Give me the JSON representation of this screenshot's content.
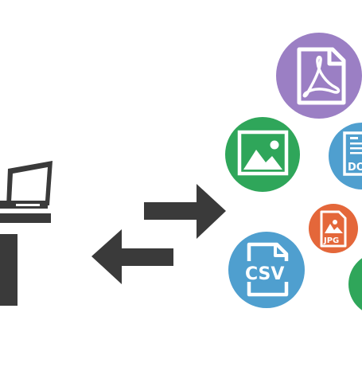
{
  "colors": {
    "background": "#ffffff",
    "dark": "#3a3a3a",
    "purple": "#9b7fc4",
    "green": "#2fa65a",
    "blue": "#4f9fcf",
    "orange": "#e4673a",
    "white": "#ffffff"
  },
  "icons": {
    "pdf": "pdf-file-icon",
    "image": "image-file-icon",
    "doc": "doc-file-icon",
    "jpg": "jpg-file-icon",
    "csv": "csv-file-icon",
    "partial": "partial-green-file-icon",
    "computer": "laptop-desk-icon",
    "arrows": "bidirectional-arrows-icon"
  },
  "labels": {
    "csv": "CSV",
    "jpg": "JPG",
    "doc": "DO"
  }
}
